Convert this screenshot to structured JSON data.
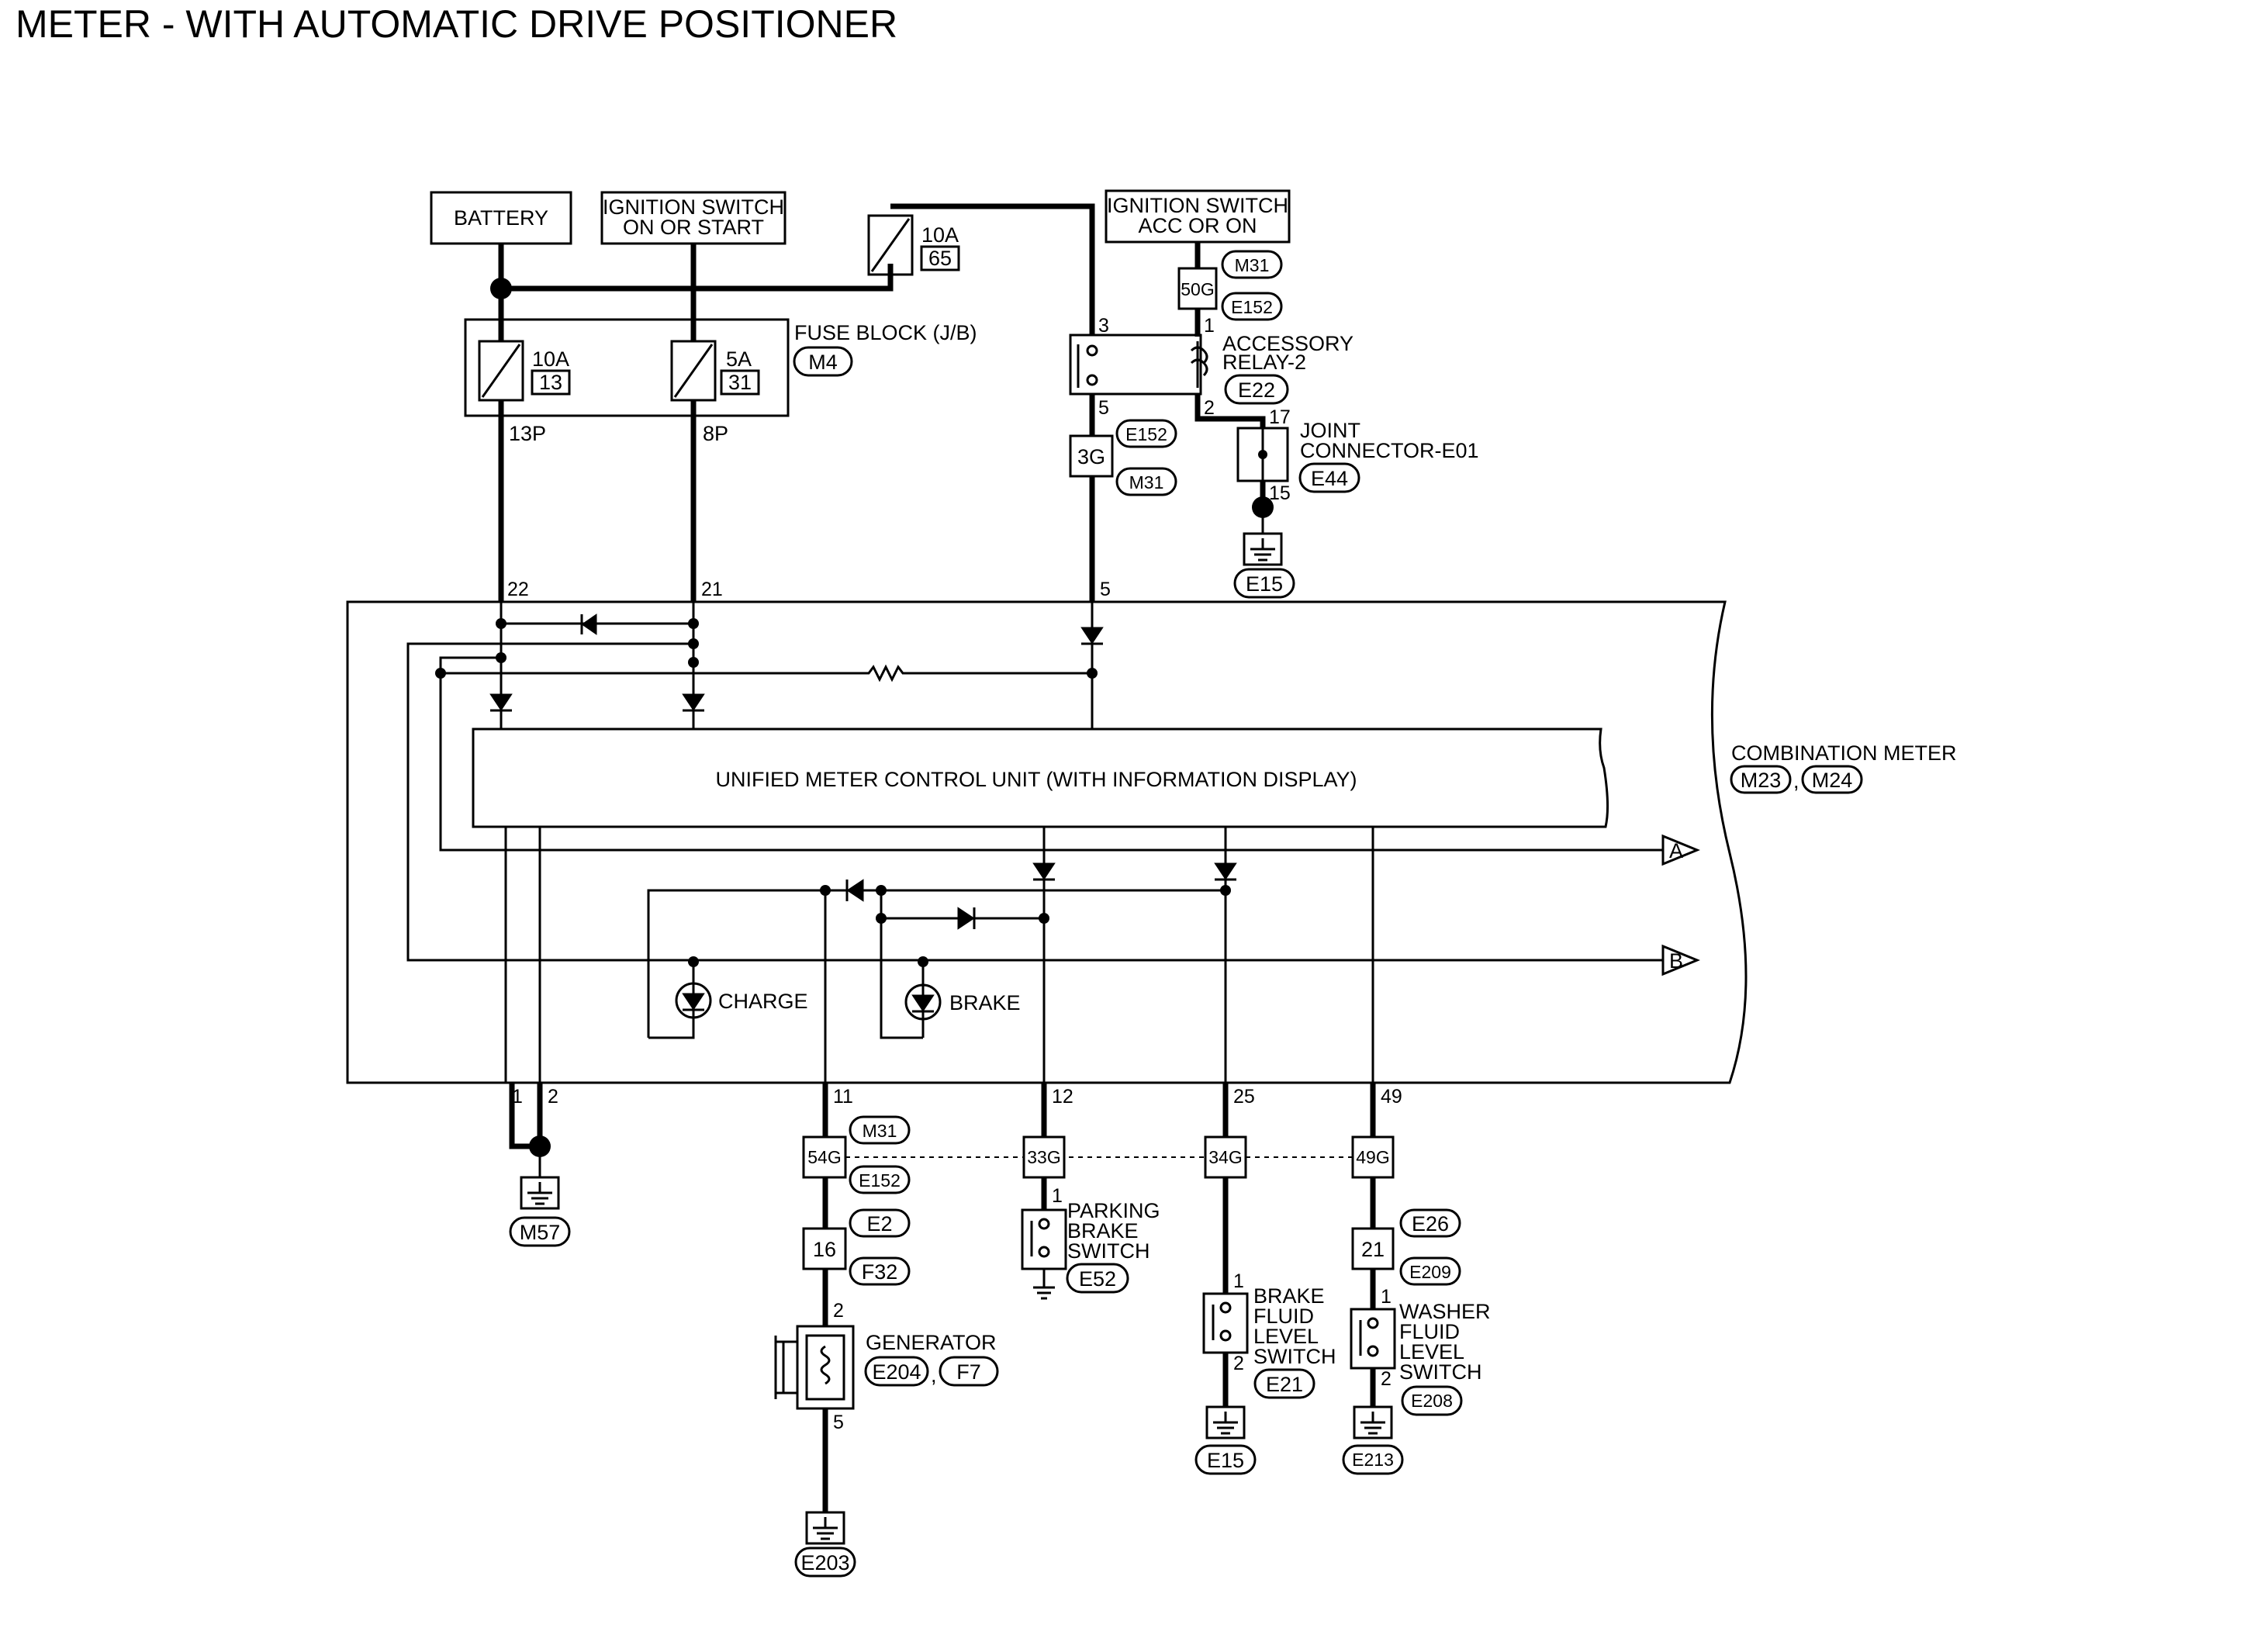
{
  "title": "METER - WITH AUTOMATIC DRIVE POSITIONER",
  "sources": {
    "battery": "BATTERY",
    "ign_on_1": "IGNITION SWITCH",
    "ign_on_2": "ON OR START",
    "ign_acc_1": "IGNITION SWITCH",
    "ign_acc_2": "ACC OR ON"
  },
  "fuses": {
    "top": {
      "amp": "10A",
      "num": "65"
    },
    "f13": {
      "amp": "10A",
      "num": "13"
    },
    "f31": {
      "amp": "5A",
      "num": "31"
    }
  },
  "fuse_block": {
    "label": "FUSE BLOCK (J/B)",
    "conn": "M4",
    "pin_left": "13P",
    "pin_right": "8P"
  },
  "relay": {
    "label_1": "ACCESSORY",
    "label_2": "RELAY-2",
    "conn": "E22",
    "pin3": "3",
    "pin1": "1",
    "pin5": "5",
    "pin2": "2"
  },
  "connectors": {
    "c50g": {
      "label": "50G",
      "conn_top": "M31",
      "conn_bottom": "E152"
    },
    "c3g": {
      "label": "3G",
      "conn_top": "E152",
      "conn_bottom": "M31"
    },
    "c54g": {
      "label": "54G",
      "conn_top": "M31",
      "conn_bottom": "E152"
    },
    "c33g": {
      "label": "33G"
    },
    "c34g": {
      "label": "34G"
    },
    "c49g": {
      "label": "49G"
    },
    "c16": {
      "label": "16",
      "conn_top": "E2",
      "conn_bottom": "F32"
    },
    "c21": {
      "label": "21",
      "conn_top": "E26",
      "conn_bottom": "E209"
    }
  },
  "joint": {
    "label_1": "JOINT",
    "label_2": "CONNECTOR-E01",
    "conn": "E44",
    "pin17": "17",
    "pin15": "15",
    "ground": "E15"
  },
  "meter": {
    "label": "COMBINATION METER",
    "conn_1": "M23",
    "sep": ",",
    "conn_2": "M24",
    "unit": "UNIFIED METER CONTROL UNIT (WITH INFORMATION DISPLAY)",
    "arrow_a": "A",
    "arrow_b": "B",
    "charge": "CHARGE",
    "brake": "BRAKE"
  },
  "pins_top": {
    "p22": "22",
    "p21": "21",
    "p5": "5"
  },
  "pins_bottom": {
    "p1": "1",
    "p2": "2",
    "p11": "11",
    "p12": "12",
    "p25": "25",
    "p49": "49"
  },
  "grounds": {
    "m57": "M57",
    "e203": "E203",
    "e15": "E15",
    "e213": "E213"
  },
  "generator": {
    "label": "GENERATOR",
    "conn_1": "E204",
    "sep": ",",
    "conn_2": "F7",
    "pin2": "2",
    "pin5": "5"
  },
  "parking_brake": {
    "l1": "PARKING",
    "l2": "BRAKE",
    "l3": "SWITCH",
    "conn": "E52",
    "pin1": "1"
  },
  "brake_fluid": {
    "l1": "BRAKE",
    "l2": "FLUID",
    "l3": "LEVEL",
    "l4": "SWITCH",
    "conn": "E21",
    "pin1": "1",
    "pin2": "2"
  },
  "washer_fluid": {
    "l1": "WASHER",
    "l2": "FLUID",
    "l3": "LEVEL",
    "l4": "SWITCH",
    "conn": "E208",
    "pin1": "1",
    "pin2": "2"
  }
}
